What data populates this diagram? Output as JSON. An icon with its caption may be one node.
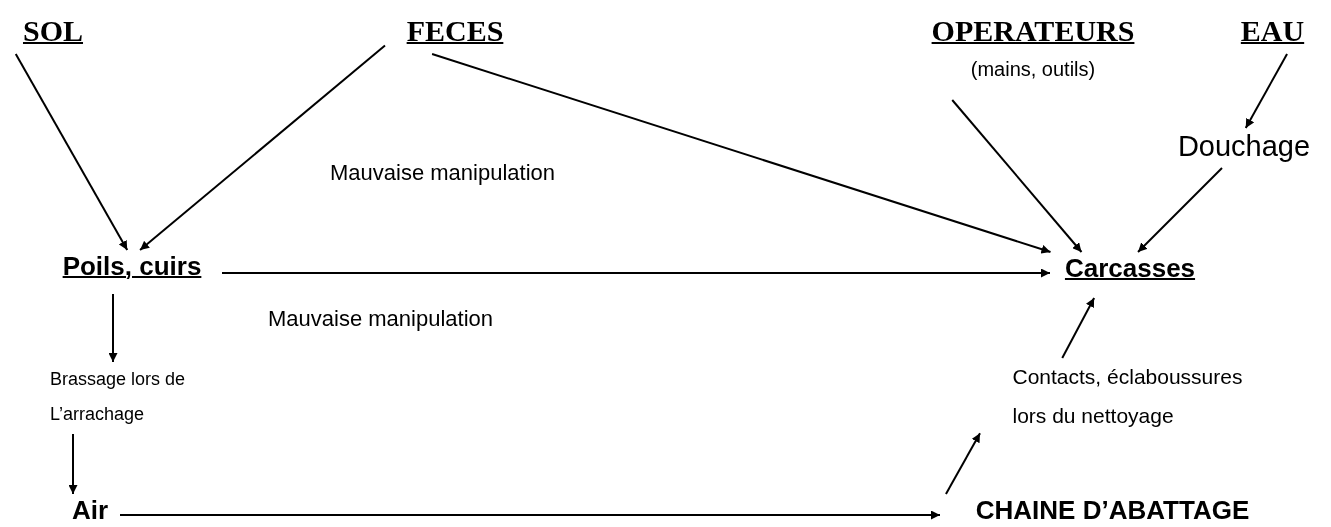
{
  "diagram": {
    "nodes": [
      {
        "text": [
          "SOL"
        ]
      },
      {
        "text": [
          "FECES"
        ]
      },
      {
        "text": [
          "OPERATEURS",
          "(mains, outils)"
        ]
      },
      {
        "text": [
          "EAU"
        ]
      },
      {
        "text": [
          "Douchage"
        ]
      },
      {
        "text": [
          "Poils, cuirs"
        ]
      },
      {
        "text": [
          "Carcasses"
        ]
      },
      {
        "text": [
          "Brassage lors de L’arrachage"
        ]
      },
      {
        "text": [
          "Contacts, éclaboussures lors du nettoyage"
        ]
      },
      {
        "text": [
          "Air"
        ]
      },
      {
        "text": [
          "CHAINE D’ABATTAGE"
        ]
      }
    ],
    "edges": [
      {
        "from": 0,
        "to": 5,
        "arrow": "to"
      },
      {
        "from": 1,
        "to": 5,
        "arrow": "to"
      },
      {
        "from": 1,
        "to": 6,
        "arrow": "to",
        "label": "Mauvaise manipulation"
      },
      {
        "from": 2,
        "to": 6,
        "arrow": "to"
      },
      {
        "from": 3,
        "to": 4,
        "arrow": "to"
      },
      {
        "from": 4,
        "to": 6,
        "arrow": "to"
      },
      {
        "from": 5,
        "to": 6,
        "arrow": "to",
        "label": "Mauvaise manipulation"
      },
      {
        "from": 5,
        "to": 7,
        "arrow": "to"
      },
      {
        "from": 7,
        "to": 9,
        "arrow": "to"
      },
      {
        "from": 9,
        "to": 10,
        "arrow": "to"
      },
      {
        "from": 10,
        "to": 8,
        "arrow": "to"
      },
      {
        "from": 8,
        "to": 6,
        "arrow": "to"
      }
    ]
  }
}
